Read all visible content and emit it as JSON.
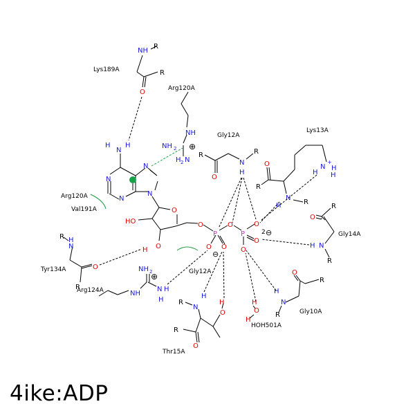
{
  "caption": "4ike:ADP",
  "colors": {
    "bond": "#000000",
    "oxygen": "#e00000",
    "nitrogen": "#1a1adc",
    "phosphorus": "#cc33cc",
    "hydrophobic": "#1a9a3c",
    "hbond": "#000000",
    "pistack": "#16a34a"
  },
  "residues": {
    "lys189": "Lys189A",
    "arg120": "Arg120A",
    "gly12": "Gly12A",
    "lys13": "Lys13A",
    "gly14": "Gly14A",
    "tyr134": "Tyr134A",
    "arg124": "Arg124A",
    "thr15": "Thr15A",
    "hoh501": "HOH501A",
    "gly10": "Gly10A"
  },
  "hydrophobic_labels": {
    "arg120": "Arg120A",
    "val191": "Val191A",
    "gly12": "Gly12A"
  },
  "glyphs": {
    "R": "R",
    "N": "N",
    "NH": "NH",
    "NH2": "NH",
    "H2N": "H",
    "H": "H",
    "O": "O",
    "HO": "HO",
    "P": "P",
    "two": "2",
    "minus": "⊖",
    "plus": "⊕",
    "sub2": "2"
  }
}
